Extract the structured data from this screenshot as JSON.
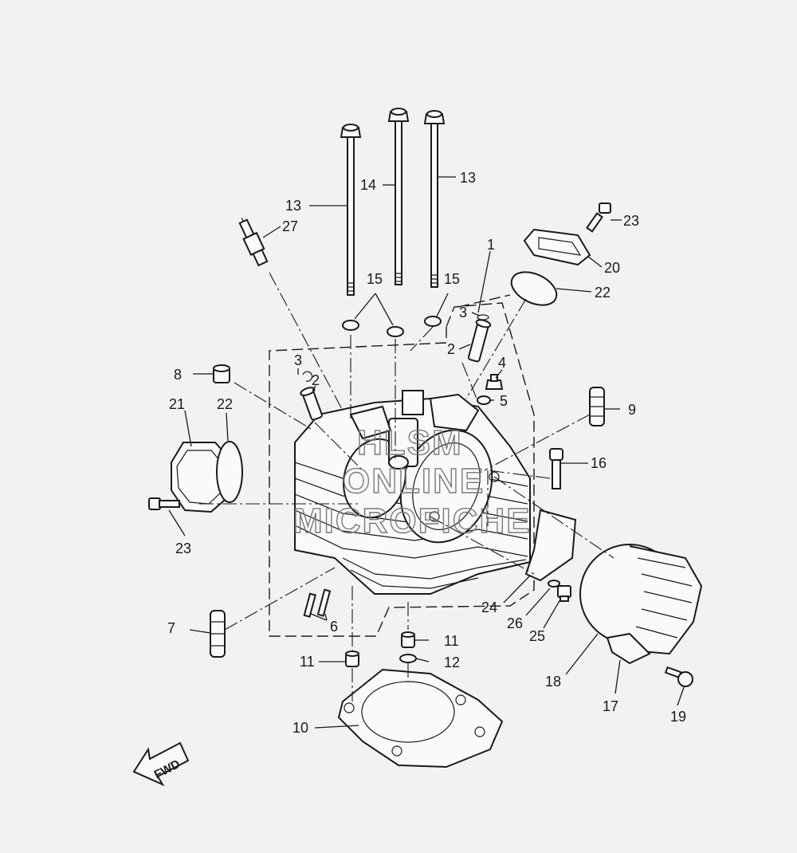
{
  "callouts": {
    "c1": "1",
    "c2a": "2",
    "c2b": "2",
    "c3a": "3",
    "c3b": "3",
    "c4": "4",
    "c5": "5",
    "c6": "6",
    "c7": "7",
    "c8": "8",
    "c9": "9",
    "c10": "10",
    "c11a": "11",
    "c11b": "11",
    "c12": "12",
    "c13a": "13",
    "c13b": "13",
    "c14": "14",
    "c15a": "15",
    "c15b": "15",
    "c16": "16",
    "c17": "17",
    "c18": "18",
    "c19": "19",
    "c20": "20",
    "c21": "21",
    "c22a": "22",
    "c22b": "22",
    "c23a": "23",
    "c23b": "23",
    "c24": "24",
    "c25": "25",
    "c26": "26",
    "c27": "27"
  },
  "watermark": {
    "line1": "HLSM",
    "line2": "ONLINE",
    "line3": "MICROFICHE"
  },
  "direction_arrow": {
    "label": "FWD"
  }
}
